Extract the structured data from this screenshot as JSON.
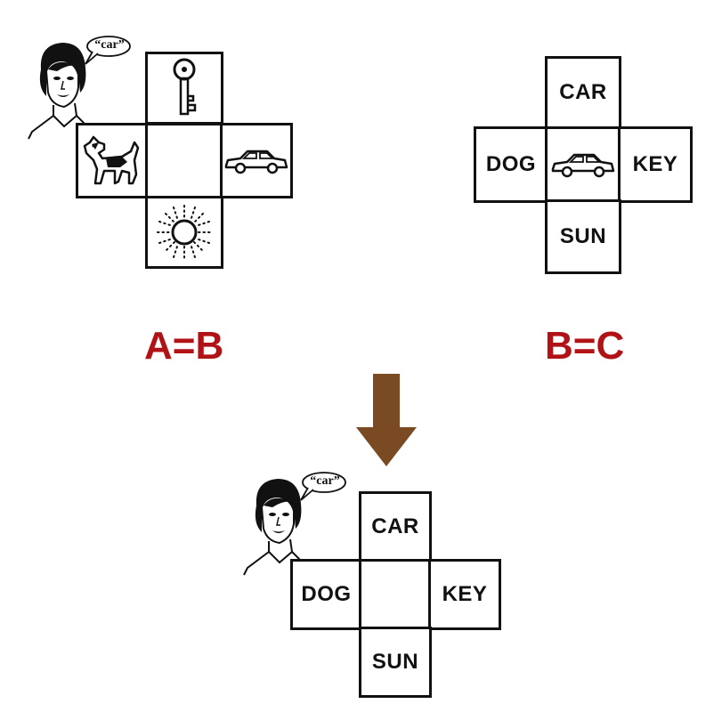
{
  "panel_a": {
    "speech": "“car”",
    "grid": {
      "top": "key-icon",
      "left": "dog-icon",
      "center": "",
      "right": "car-icon",
      "bottom": "sun-icon"
    }
  },
  "panel_b": {
    "grid": {
      "top": "CAR",
      "left": "DOG",
      "center": "car-icon",
      "right": "KEY",
      "bottom": "SUN"
    }
  },
  "panel_c": {
    "speech": "“car”",
    "grid": {
      "top": "CAR",
      "left": "DOG",
      "center": "",
      "right": "KEY",
      "bottom": "SUN"
    }
  },
  "labels": {
    "left": "A=B",
    "right": "B=C"
  },
  "colors": {
    "label": "#b01216",
    "arrow": "#7a4a22",
    "border": "#111111"
  }
}
